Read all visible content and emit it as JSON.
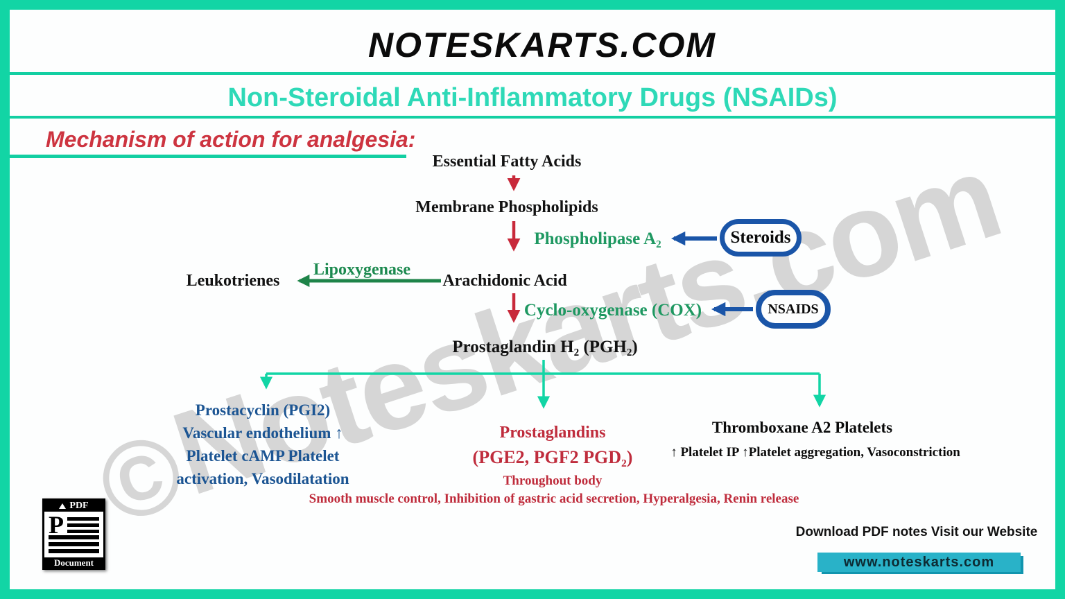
{
  "header": {
    "site_title": "NOTESKARTS.COM",
    "subtitle": "Non-Steroidal Anti-Inflammatory Drugs (NSAIDs)",
    "section_heading": "Mechanism of action for analgesia:"
  },
  "flow": {
    "essential_fatty_acids": "Essential Fatty Acids",
    "membrane_phospholipids": "Membrane Phospholipids",
    "phospholipase": "Phospholipase A₂",
    "steroids": "Steroids",
    "arachidonic_acid": "Arachidonic Acid",
    "lipoxygenase": "Lipoxygenase",
    "leukotrienes": "Leukotrienes",
    "cyclooxygenase": "Cyclo-oxygenase (COX)",
    "nsaids": "NSAIDS",
    "prostaglandin_h2": "Prostaglandin H₂ (PGH₂)"
  },
  "branches": {
    "left": {
      "lines": [
        "Prostacyclin (PGI2)",
        "Vascular endothelium ↑",
        "Platelet cAMP Platelet",
        "activation, Vasodilatation"
      ]
    },
    "middle": {
      "title": "Prostaglandins",
      "subtitle": "(PGE2, PGF2 PGD₂)",
      "note": "Throughout body"
    },
    "right": {
      "title": "Thromboxane A2 Platelets",
      "note": "↑ Platelet IP ↑Platelet aggregation, Vasoconstriction"
    },
    "bottom_note": "Smooth muscle control, Inhibition of gastric acid secretion, Hyperalgesia, Renin release"
  },
  "footer": {
    "download_text": "Download  PDF notes Visit our Website",
    "website": "www.noteskarts.com"
  },
  "pdf_icon": {
    "top_label": "PDF",
    "letter": "P",
    "bottom_label": "Document"
  },
  "watermark": "Noteskarts.com",
  "watermark_symbol": "©",
  "colors": {
    "teal_border": "#12d5a5",
    "teal_rule": "#12cfa2",
    "subtitle_teal": "#2ed9b7",
    "heading_red": "#cd3440",
    "arrow_red": "#c8293a",
    "enzyme_green": "#1e9861",
    "arrow_green": "#1e8449",
    "inhibitor_blue": "#1a55a8",
    "branch_blue": "#1c5593",
    "crimson_text": "#bf2c3c",
    "website_box_teal": "#29b2c8",
    "watermark_gray": "#969696"
  }
}
